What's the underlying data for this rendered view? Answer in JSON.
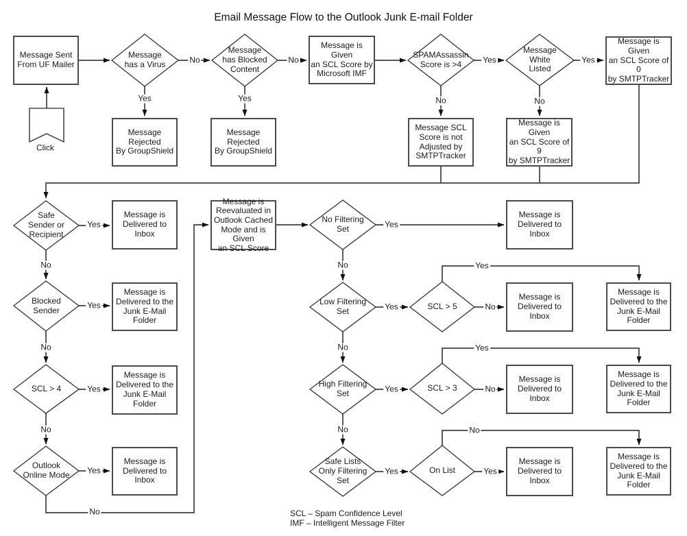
{
  "title": "Email Message Flow to the Outlook Junk E-mail Folder",
  "legend": "SCL – Spam Confidence Level\nIMF – Intelligent Message Filter",
  "colors": {
    "background": "#ffffff",
    "line": "#3f3f3f",
    "box_border": "#4b4b4b",
    "text": "#1a1a1a"
  },
  "nodes": {
    "sent": "Message Sent\nFrom UF Mailer",
    "click": "Click",
    "virus": "Message\nhas a Virus",
    "blocked_content": "Message\nhas Blocked\nContent",
    "imf": "Message is Given\nan SCL Score by\nMicrosoft IMF",
    "spamassassin": "SPAMAssassin\nScore is >4",
    "white_listed": "Message\nWhite\nListed",
    "scl0": "Message is Given\nan SCL Score of 0\nby SMTPTracker",
    "rejected": "Message\nRejected\nBy GroupShield",
    "not_adjusted": "Message SCL\nScore is not\nAdjusted by\nSMTPTracker",
    "scl9": "Message is Given\nan SCL Score of 9\nby SMTPTracker",
    "safe_sender": "Safe\nSender or\nRecipient",
    "blocked_sender": "Blocked\nSender",
    "scl_gt4": "SCL > 4",
    "outlook_online": "Outlook\nOnline Mode",
    "reevaluated": "Message is\nReevaluated in\nOutlook Cached\nMode and is Given\nan SCL Score",
    "no_filtering": "No Filtering\nSet",
    "low_filtering": "Low Filtering\nSet",
    "scl_gt5": "SCL > 5",
    "high_filtering": "High Filtering\nSet",
    "scl_gt3": "SCL > 3",
    "safe_lists": "Safe Lists\nOnly Filtering\nSet",
    "on_list": "On List",
    "inbox": "Message is\nDelivered to\nInbox",
    "junk": "Message is\nDelivered to the\nJunk E-Mail\nFolder"
  },
  "labels": {
    "virus_no": "No",
    "virus_yes": "Yes",
    "blockedc_no": "No",
    "blockedc_yes": "Yes",
    "spam_yes": "Yes",
    "spam_no": "No",
    "white_yes": "Yes",
    "white_no": "No",
    "safe_yes": "Yes",
    "safe_no": "No",
    "bsender_yes": "Yes",
    "bsender_no": "No",
    "scl4_yes": "Yes",
    "scl4_no": "No",
    "outlook_yes": "Yes",
    "outlook_no": "No",
    "nofilter_yes": "Yes",
    "nofilter_no": "No",
    "lowfilter_yes": "Yes",
    "lowfilter_no": "No",
    "scl5_yes": "Yes",
    "scl5_no": "No",
    "highfilter_yes": "Yes",
    "highfilter_no": "No",
    "scl3_yes": "Yes",
    "scl3_no": "No",
    "safelists_yes": "Yes",
    "onlist_yes": "Yes",
    "onlist_no": "No"
  }
}
